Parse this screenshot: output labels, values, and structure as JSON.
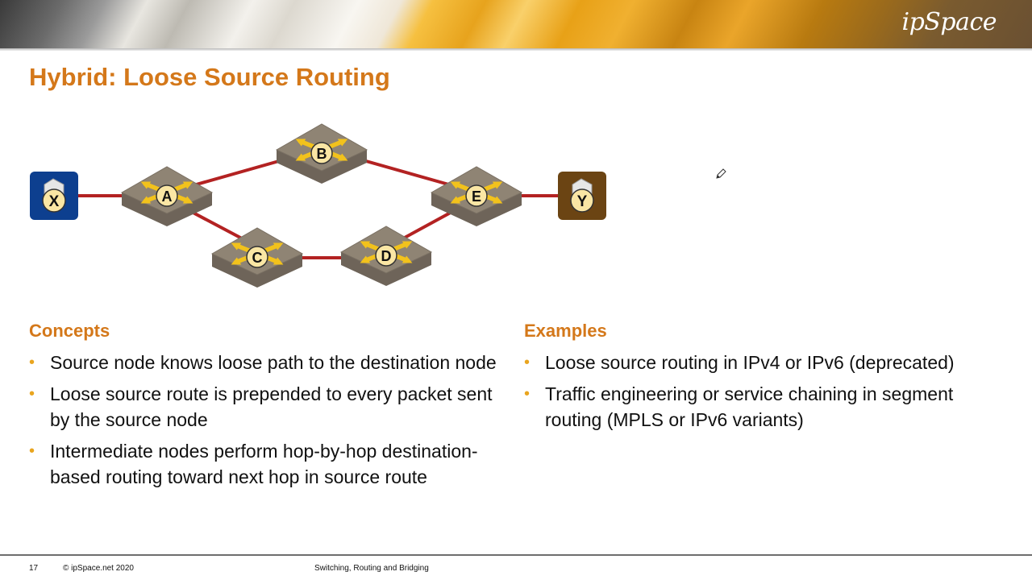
{
  "header": {
    "logo": "ipSpace",
    "title": "Hybrid: Loose Source Routing"
  },
  "diagram": {
    "nodes": {
      "x": "X",
      "a": "A",
      "b": "B",
      "c": "C",
      "d": "D",
      "e": "E",
      "y": "Y"
    }
  },
  "concepts": {
    "title": "Concepts",
    "items": [
      "Source node knows loose path to the destination node",
      "Loose source route is prepended to every packet sent by the source node",
      "Intermediate nodes perform hop-by-hop destination-based routing toward next hop in source route"
    ]
  },
  "examples": {
    "title": "Examples",
    "items": [
      "Loose source routing in IPv4 or IPv6 (deprecated)",
      "Traffic engineering or service chaining in segment routing (MPLS or IPv6 variants)"
    ]
  },
  "footer": {
    "page_number": "17",
    "copyright": "© ipSpace.net 2020",
    "course": "Switching, Routing and Bridging"
  },
  "colors": {
    "accent": "#d4781a",
    "bullet": "#e9a51f",
    "link": "#b32222",
    "host_x": "#0d3f8f",
    "host_y": "#6b4413"
  }
}
